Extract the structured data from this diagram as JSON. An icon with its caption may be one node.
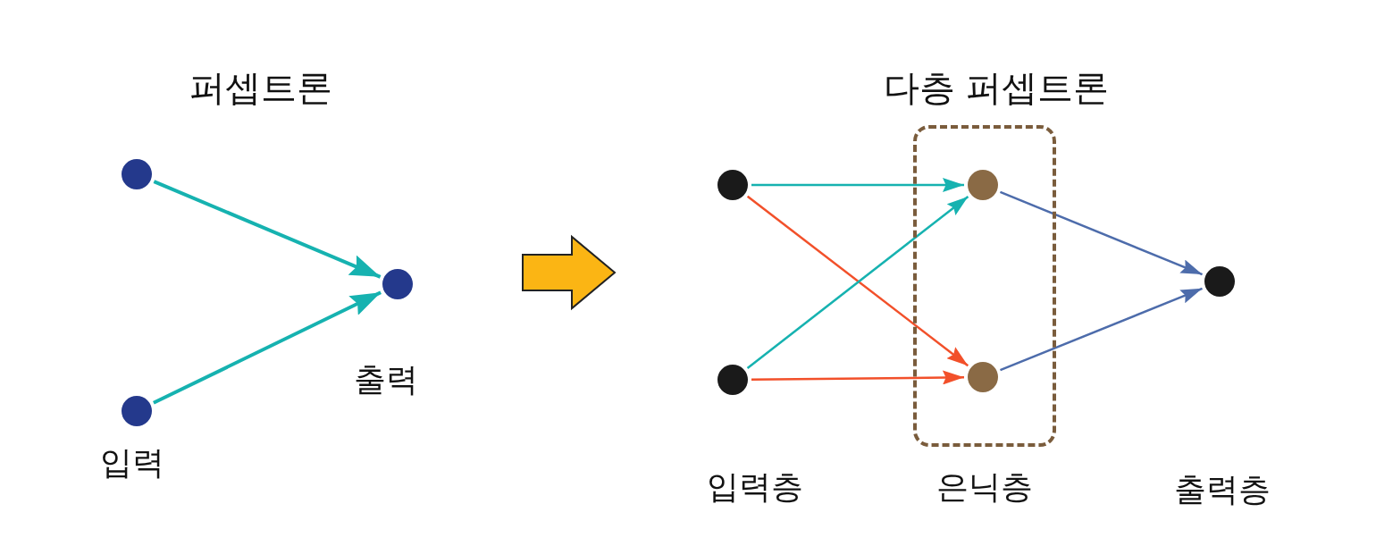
{
  "diagram": {
    "nodes": [
      {
        "text": [],
        "shape": "circle"
      },
      {
        "text": [],
        "shape": "circle",
        "beside": [
          "입력"
        ]
      },
      {
        "text": [],
        "shape": "circle",
        "beside": [
          "출력"
        ]
      },
      {
        "text": [
          "은닉층"
        ]
      },
      {
        "text": [],
        "shape": "circle"
      },
      {
        "text": [],
        "shape": "circle"
      },
      {
        "text": [],
        "shape": "circle",
        "in": 3
      },
      {
        "text": [],
        "shape": "circle",
        "in": 3
      },
      {
        "text": [],
        "shape": "circle"
      }
    ],
    "edges": [
      {
        "from": 0,
        "to": 2,
        "arrow": "to",
        "color": "#16b2b0"
      },
      {
        "from": 1,
        "to": 2,
        "arrow": "to",
        "color": "#16b2b0"
      },
      {
        "from": 4,
        "to": 6,
        "arrow": "to",
        "color": "#16b2b0"
      },
      {
        "from": 4,
        "to": 7,
        "arrow": "to",
        "color": "#f2502a"
      },
      {
        "from": 5,
        "to": 6,
        "arrow": "to",
        "color": "#16b2b0"
      },
      {
        "from": 5,
        "to": 7,
        "arrow": "to",
        "color": "#f2502a"
      },
      {
        "from": 6,
        "to": 8,
        "arrow": "to",
        "color": "#4d6cab"
      },
      {
        "from": 7,
        "to": 8,
        "arrow": "to",
        "color": "#4d6cab"
      }
    ],
    "labels": [
      "퍼셉트론",
      "다층 퍼셉트론",
      "입력층",
      "출력층"
    ]
  }
}
